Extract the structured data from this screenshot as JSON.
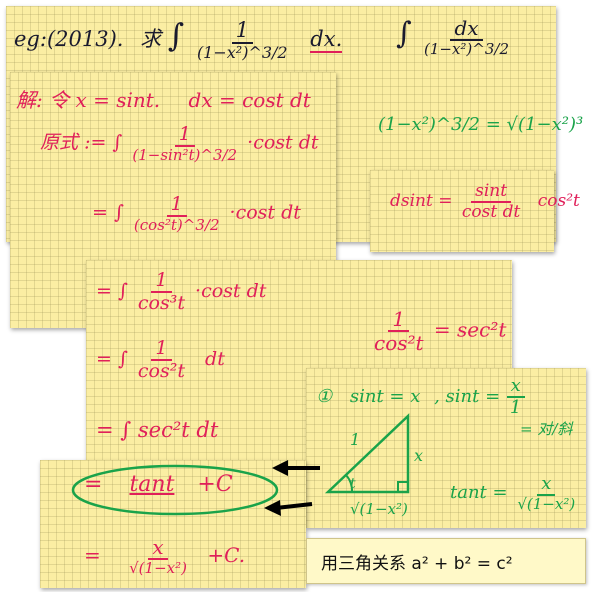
{
  "example": {
    "tag": "eg:(2013).",
    "ask": "求",
    "integrand_num": "1",
    "integrand_den": "(1−x²)^3/2",
    "dx": "dx."
  },
  "top_right": {
    "num": "dx",
    "den": "(1−x²)^3/2"
  },
  "solution": {
    "label": "解:",
    "substitution": "令 x = sint.",
    "dx_sub": "dx = cost dt",
    "original_label": "原式",
    "eq1_lead": ":= ∫",
    "eq1_num": "1",
    "eq1_den": "(1−sin²t)^3/2",
    "eq1_tail": "·cost dt",
    "eq2_lead": "= ∫",
    "eq2_num": "1",
    "eq2_den": "(cos²t)^3/2",
    "eq2_tail": "·cost dt"
  },
  "green_side": {
    "identity_left": "(1−x²)^3/2 =",
    "identity_right": "√(1−x²)³",
    "dsint_lead": "dsint =",
    "dsint_num": "sint",
    "dsint_den": "cost dt",
    "dsint_tail": "cos²t"
  },
  "middle": {
    "eq3_lead": "= ∫",
    "eq3_num": "1",
    "eq3_den": "cos³t",
    "eq3_tail": "·cost dt",
    "sec_num": "1",
    "sec_den": "cos²t",
    "sec_rhs": "= sec²t",
    "eq4_lead": "= ∫",
    "eq4_num": "1",
    "eq4_den": "cos²t",
    "eq4_tail": "dt",
    "eq5": "= ∫ sec²t dt"
  },
  "triangle_note": {
    "step": "①",
    "sint_eq": "sint = x",
    "sint_frac_lead": ", sint =",
    "sint_frac_num": "x",
    "sint_frac_den": "1",
    "side_hyp": "1",
    "side_opp": "x",
    "side_adj": "√(1−x²)",
    "angle": "t",
    "note_right": "= 对/斜",
    "tan_lead": "tant =",
    "tan_num": "x",
    "tan_den": "√(1−x²)"
  },
  "result": {
    "eq6_lead": "=",
    "eq6_main": "tant",
    "eq6_tail": "+C",
    "eq7_lead": "=",
    "eq7_num": "x",
    "eq7_den": "√(1−x²)",
    "eq7_tail": "+C."
  },
  "caption": "用三角关系 a² + b² = c²",
  "colors": {
    "paper": "#fbeea3",
    "ink": "#1a1a2e",
    "red": "#e0205a",
    "green": "#1aa34a",
    "arrow": "#000000"
  }
}
